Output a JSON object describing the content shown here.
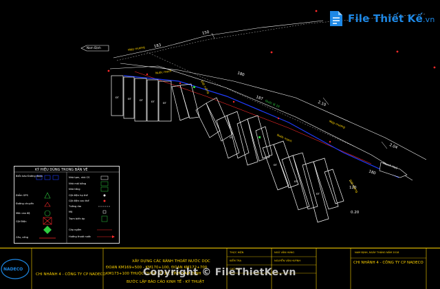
{
  "watermark": {
    "brand_main": "File Thiết Kế",
    "brand_suffix": ".vn",
    "copyright": "Copyright © FileThietKe.vn"
  },
  "drawing": {
    "arrow_left_label": "Nam Định",
    "arrow_right_label": "Thanh Hoá",
    "road_labels": [
      "Mép mương",
      "Nước mạch",
      "Quốc lộ 10",
      "Nước mạch",
      "Mép mương",
      "Đất ruộng",
      "Đất ruộng"
    ],
    "chainage": [
      "150",
      "183",
      "180",
      "187",
      "180",
      "2.10",
      "2.04",
      "120",
      "0.20"
    ],
    "lot_labels": [
      "ĐT",
      "ĐT",
      "ĐT",
      "ĐT",
      "ĐT",
      "ĐT",
      "ĐT",
      "ĐT",
      "ĐT"
    ]
  },
  "legend": {
    "title": "KÝ HIỆU DÙNG TRONG BẢN VẼ",
    "left_items": [
      "Biển báo Đường đoạn",
      "Điểm GPS",
      "Đường chuyền",
      "Mốc cao độ",
      "Cột Điện",
      "Cầu, cống"
    ],
    "right_items": [
      "Nhà tạm, nhà CS",
      "Nhà mái bằng",
      "Nhà tầng",
      "Cột điện hạ thế",
      "Cột điện cao thế",
      "Tường rào",
      "Mộ",
      "Trạm biến áp",
      "Cáp ngầm",
      "Hướng thoát nước"
    ]
  },
  "title_block": {
    "company_left": "CHI NHÁNH 4 - CÔNG TY CP NADECO",
    "project_lines": [
      "XÂY DỰNG CÁC RÃNH THOÁT NƯỚC DỌC",
      "ĐOẠN KM169+500 - KM170+100, ĐOẠN KM172+700",
      "KM173+100 THUỘC QUỐC LỘ 10, TỈNH NAM ĐỊNH",
      "BƯỚC LẬP BÁO CÁO KINH TẾ - KỸ THUẬT"
    ],
    "roles": [
      "THỰC HIỆN",
      "KIỂM TRA",
      "CHỦ TRÌ"
    ],
    "names": [
      "NGÔ VĂN HÙNG",
      "NGUYỄN VĂN HUỲNH"
    ],
    "date_line": "NAM ĐỊNH, NGÀY    THÁNG    NĂM 2018",
    "company_right": "CHI NHÁNH 4 - CÔNG TY CP NADECO",
    "logo_text": "NADECO"
  },
  "colors": {
    "background": "#000000",
    "title_yellow": "#ffd400",
    "road_blue": "#1f3cff",
    "lot_white": "#ffffff",
    "guide_red": "#ff2a2a",
    "brand_blue": "#1e88e5"
  }
}
